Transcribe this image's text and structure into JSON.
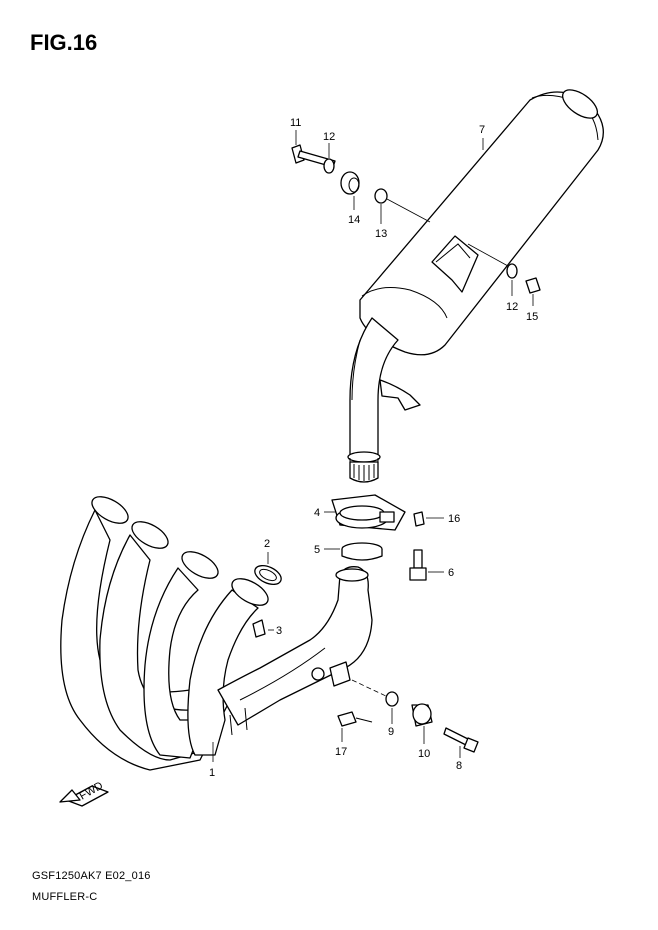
{
  "figure": {
    "title": "FIG.16",
    "code": "GSF1250AK7 E02_016",
    "name": "MUFFLER-C"
  },
  "callouts": [
    {
      "id": "c1",
      "label": "1"
    },
    {
      "id": "c2",
      "label": "2"
    },
    {
      "id": "c3",
      "label": "3"
    },
    {
      "id": "c4",
      "label": "4"
    },
    {
      "id": "c5",
      "label": "5"
    },
    {
      "id": "c6",
      "label": "6"
    },
    {
      "id": "c7",
      "label": "7"
    },
    {
      "id": "c8",
      "label": "8"
    },
    {
      "id": "c9",
      "label": "9"
    },
    {
      "id": "c10",
      "label": "10"
    },
    {
      "id": "c11",
      "label": "11"
    },
    {
      "id": "c12a",
      "label": "12"
    },
    {
      "id": "c12b",
      "label": "12"
    },
    {
      "id": "c13",
      "label": "13"
    },
    {
      "id": "c14",
      "label": "14"
    },
    {
      "id": "c15",
      "label": "15"
    },
    {
      "id": "c16",
      "label": "16"
    },
    {
      "id": "c17",
      "label": "17"
    }
  ],
  "fwd_label": "FWD"
}
